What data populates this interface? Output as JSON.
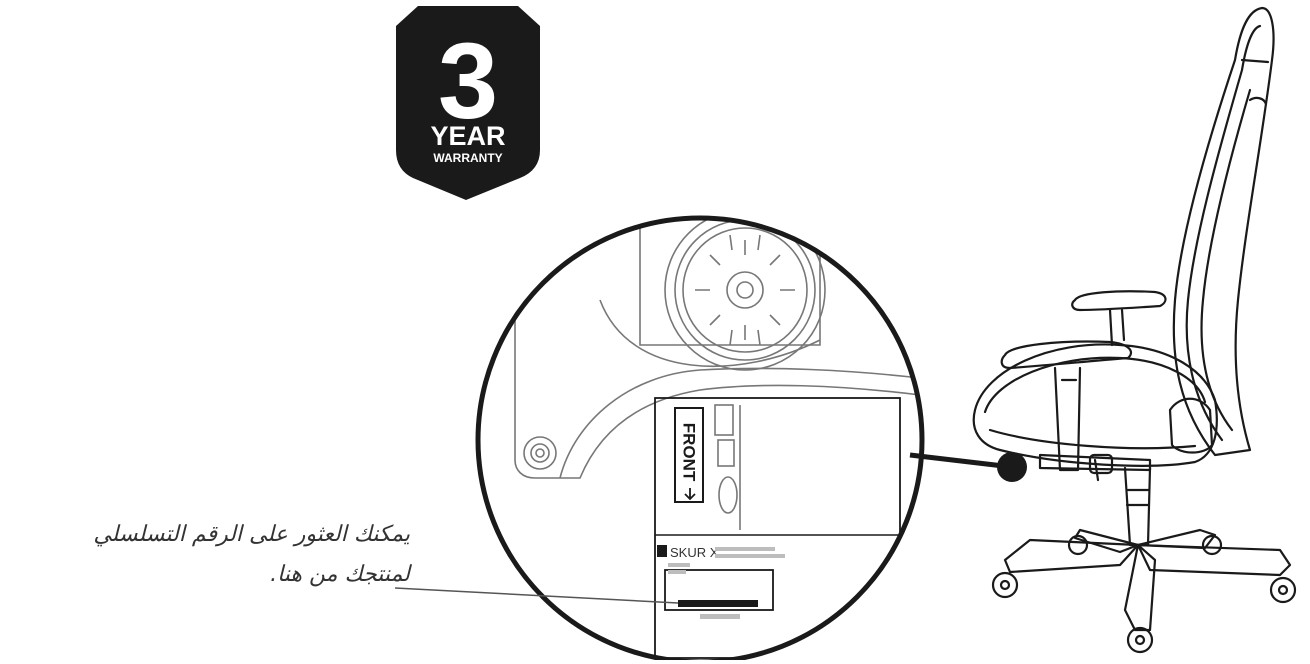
{
  "badge": {
    "number": "3",
    "line1": "YEAR",
    "line2": "WARRANTY",
    "color": "#1a1a1a",
    "text_color": "#ffffff"
  },
  "label": {
    "front": "FRONT",
    "model": "SKUR X"
  },
  "callout": {
    "line1": "يمكنك العثور على الرقم التسلسلي",
    "line2": "لمنتجك من هنا."
  },
  "colors": {
    "ink": "#1a1a1a",
    "bar_gray": "#bdbdbd"
  }
}
